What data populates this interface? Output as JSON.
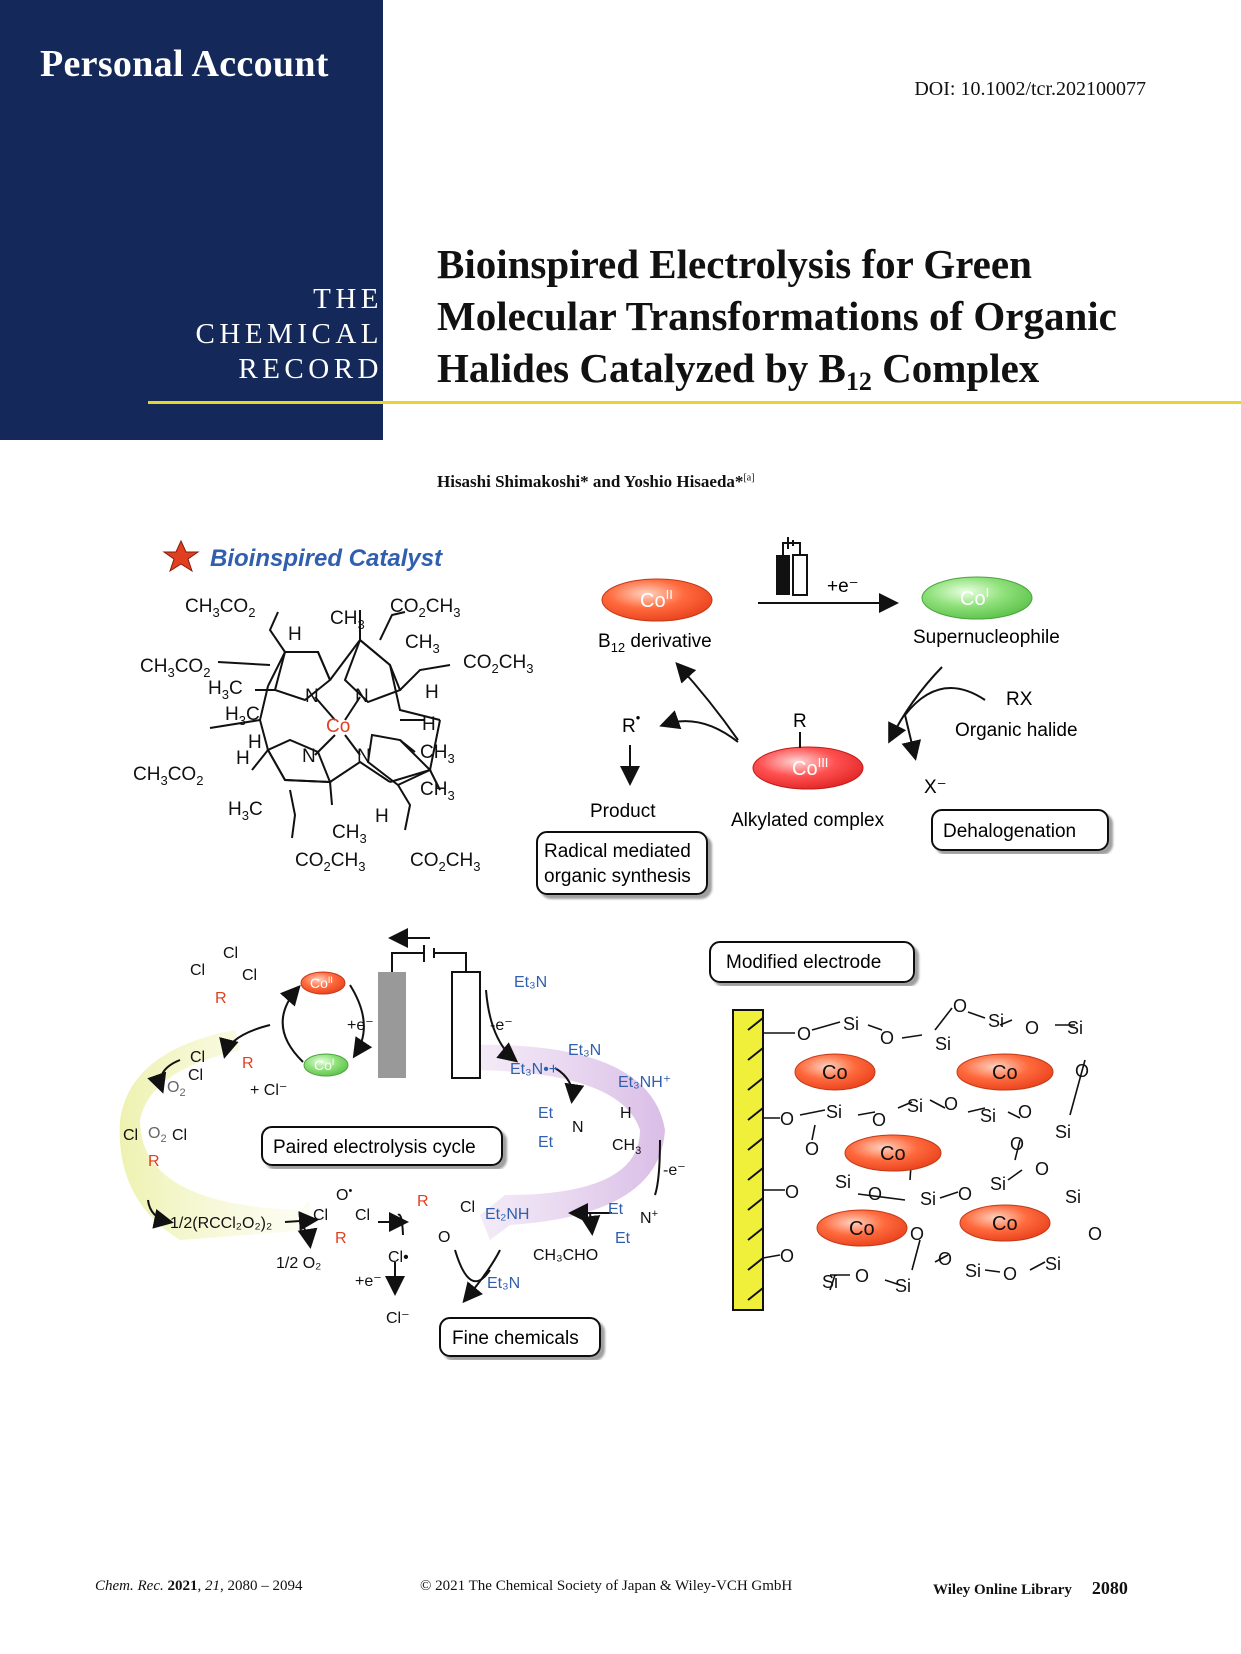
{
  "header": {
    "section_label": "Personal Account",
    "journal_line1": "THE",
    "journal_line2": "CHEMICAL",
    "journal_line3": "RECORD",
    "doi": "DOI: 10.1002/tcr.202100077"
  },
  "article": {
    "title_part1": "Bioinspired Electrolysis for Green Molecular Transformations of Organic Halides Catalyzed by B",
    "title_sub": "12",
    "title_part2": " Complex",
    "authors": "Hisashi Shimakoshi* and Yoshio Hisaeda*",
    "author_affil": "[a]"
  },
  "figure": {
    "catalyst_label": "Bioinspired Catalyst",
    "cycle": {
      "co2_label": "Co",
      "co2_ox": "II",
      "co1_label": "Co",
      "co1_ox": "I",
      "co3_label": "Co",
      "co3_ox": "III",
      "b12_derivative": "B12 derivative",
      "supernucleophile": "Supernucleophile",
      "electron": "+e⁻",
      "rx": "RX",
      "organic_halide": "Organic halide",
      "x_minus": "X⁻",
      "r_group": "R",
      "radical": "R•",
      "product": "Product",
      "alkylated_complex": "Alkylated complex",
      "box_radical_1": "Radical mediated",
      "box_radical_2": "organic synthesis",
      "box_dehalogenation": "Dehalogenation"
    },
    "paired": {
      "box_paired": "Paired electrolysis cycle",
      "box_fine": "Fine chemicals",
      "co2": "Co",
      "co2_ox": "II",
      "co1": "Co",
      "co1_ox": "I",
      "plus_e": "+e⁻",
      "minus_e": "-e⁻",
      "minus_e2": "-e⁻",
      "plus_cl": "+ Cl⁻",
      "et3n_1": "Et₃N",
      "et3n_rad": "Et₃N•+",
      "et3n_2": "Et₃N",
      "et3nh": "Et₃NH⁺",
      "et2nh": "Et₂NH",
      "ch3cho": "CH₃CHO",
      "et3n_3": "Et₃N",
      "half_rccl2o2": "1/2(RCCl₂O₂)₂",
      "half_o2": "1/2 O₂",
      "o2": "O₂",
      "cl_rad": "Cl•",
      "cl_minus": "Cl⁻",
      "plus_e2": "+e⁻"
    },
    "electrode": {
      "box_modified": "Modified electrode",
      "co_label": "Co"
    }
  },
  "footer": {
    "journal_abbrev": "Chem. Rec.",
    "year": "2021",
    "volume": "21",
    "pages": "2080 – 2094",
    "copyright": "© 2021 The Chemical Society of Japan & Wiley-VCH GmbH",
    "library": "Wiley Online Library",
    "page_number": "2080"
  }
}
